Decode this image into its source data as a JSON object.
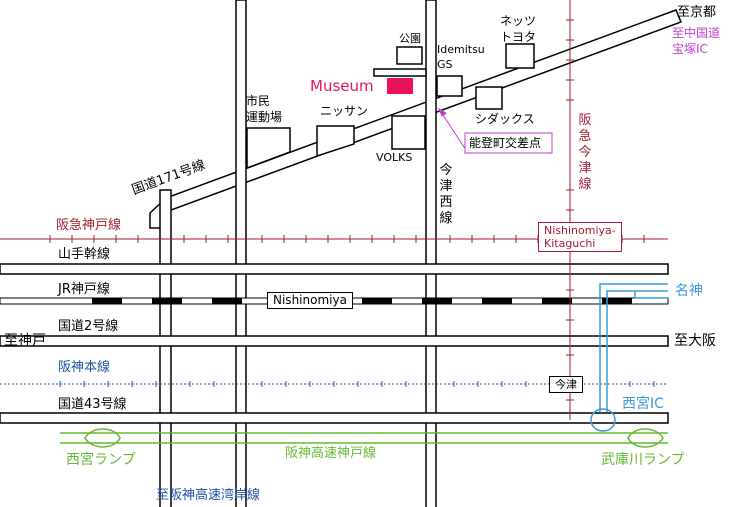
{
  "colors": {
    "hankyu": "#a01e2e",
    "hanshin_line": "#1d4fa8",
    "expressway": "#66b832",
    "hanshin_blue": "#3a9bd8",
    "museum": "#e8135c",
    "purple": "#c43fd0"
  },
  "labels": {
    "to_kyoto": "至京都",
    "to_chugoku": "至中国道\n宝塚IC",
    "park": "公園",
    "netz": "ネッツ\nトヨタ",
    "idemitsu": "Idemitsu\nGS",
    "museum": "Museum",
    "shimin": "市民\n運動場",
    "nissan": "ニッサン",
    "siddax": "シダックス",
    "volks": "VOLKS",
    "noto": "能登町交差点",
    "hankyu_imazu": "阪急今津線",
    "imazu_nishi": "今津西線",
    "route171": "国道171号線",
    "hankyu_kobe": "阪急神戸線",
    "nishinomiya_kitaguchi": "Nishinomiya-\nKitaguchi",
    "yamate": "山手幹線",
    "jr_kobe": "JR神戸線",
    "nishinomiya": "Nishinomiya",
    "meishin": "名神",
    "route2": "国道2号線",
    "to_kobe": "至神戸",
    "to_osaka": "至大阪",
    "hanshin_main": "阪神本線",
    "imazu": "今津",
    "nishinomiya_ic": "西宮IC",
    "route43": "国道43号線",
    "nishinomiya_ramp": "西宮ランプ",
    "hanshin_kobe_expressway": "阪神高速神戸線",
    "mukogawa_ramp": "武庫川ランプ",
    "to_wangan": "至阪神高速湾岸線"
  }
}
